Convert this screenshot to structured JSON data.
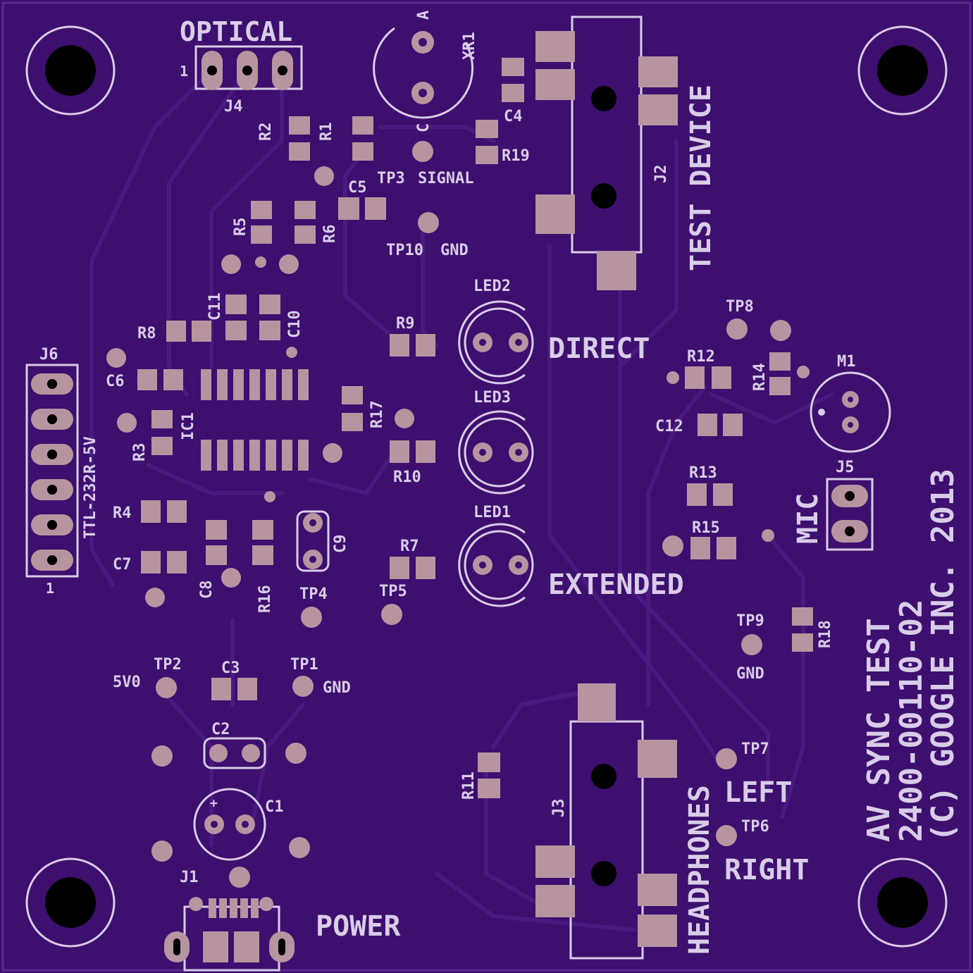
{
  "board": {
    "colors": {
      "substrate": "#3d0f6e",
      "trace": "#4a1a80",
      "silk": "#d8cde8",
      "copper": "#b795a0"
    },
    "title_lines": [
      "AV SYNC TEST",
      "2400-00110-02",
      "(C) GOOGLE INC. 2013"
    ]
  },
  "labels": {
    "optical": "OPTICAL",
    "test_device": "TEST DEVICE",
    "direct": "DIRECT",
    "extended": "EXTENDED",
    "headphones": "HEADPHONES",
    "left": "LEFT",
    "right": "RIGHT",
    "power": "POWER",
    "mic": "MIC",
    "ttl": "TTL-232R-5V",
    "signal": "SIGNAL",
    "gnd1": "GND",
    "gnd2": "GND",
    "gnd3": "GND",
    "v5": "5V0",
    "pin1a": "1",
    "pin1b": "1",
    "anode": "A",
    "cathode": "C",
    "plus": "+"
  },
  "refdes": {
    "J1": "J1",
    "J2": "J2",
    "J3": "J3",
    "J4": "J4",
    "J5": "J5",
    "J6": "J6",
    "XR1": "XR1",
    "IC1": "IC1",
    "M1": "M1",
    "LED1": "LED1",
    "LED2": "LED2",
    "LED3": "LED3",
    "C1": "C1",
    "C2": "C2",
    "C3": "C3",
    "C4": "C4",
    "C5": "C5",
    "C6": "C6",
    "C7": "C7",
    "C8": "C8",
    "C9": "C9",
    "C10": "C10",
    "C11": "C11",
    "C12": "C12",
    "R1": "R1",
    "R2": "R2",
    "R3": "R3",
    "R4": "R4",
    "R5": "R5",
    "R6": "R6",
    "R7": "R7",
    "R8": "R8",
    "R9": "R9",
    "R10": "R10",
    "R11": "R11",
    "R12": "R12",
    "R13": "R13",
    "R14": "R14",
    "R15": "R15",
    "R16": "R16",
    "R17": "R17",
    "R18": "R18",
    "R19": "R19",
    "TP1": "TP1",
    "TP2": "TP2",
    "TP3": "TP3",
    "TP4": "TP4",
    "TP5": "TP5",
    "TP6": "TP6",
    "TP7": "TP7",
    "TP8": "TP8",
    "TP9": "TP9",
    "TP10": "TP10"
  }
}
